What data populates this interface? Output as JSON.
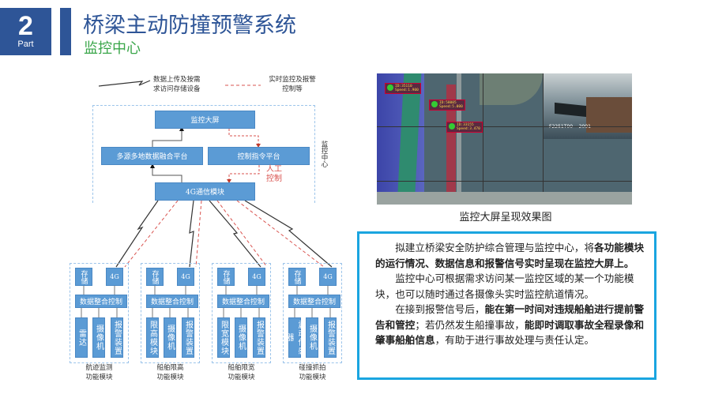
{
  "header": {
    "number": "2",
    "part": "Part",
    "title": "桥梁主动防撞预警系统",
    "subtitle": "监控中心"
  },
  "legend": {
    "lightning": "数据上传及按需求访问存储设备",
    "dashed": "实时监控及报警控制等"
  },
  "center": {
    "label": "监控中心",
    "screen": "监控大屏",
    "fusion": "多源多地数据融合平台",
    "command": "控制指令平台",
    "comm": "4G通信模块",
    "manual": "人工控制"
  },
  "modules": [
    {
      "storage": "存储",
      "g4": "4G",
      "ctrl": "数据整合控制",
      "units": [
        "雷达",
        "摄像机",
        "报警装置"
      ],
      "label1": "航迹监测",
      "label2": "功能模块"
    },
    {
      "storage": "存储",
      "g4": "4G",
      "ctrl": "数据整合控制",
      "units": [
        "限高模块",
        "摄像机",
        "报警装置"
      ],
      "label1": "船舶限高",
      "label2": "功能模块"
    },
    {
      "storage": "存储",
      "g4": "4G",
      "ctrl": "数据整合控制",
      "units": [
        "限宽模块",
        "摄像机",
        "报警装置"
      ],
      "label1": "船舶限宽",
      "label2": "功能模块"
    },
    {
      "storage": "存储",
      "g4": "4G",
      "ctrl": "数据整合控制",
      "units": [
        "震动传感器",
        "摄像机",
        "报警装置"
      ],
      "label1": "碰撞抓拍",
      "label2": "功能模块"
    }
  ],
  "screenshot": {
    "caption": "监控大屏呈现效果图",
    "ships": [
      {
        "id": "ID:35110",
        "speed": "Speed:1.900"
      },
      {
        "id": "ID:58005",
        "speed": "Speed:5.000"
      },
      {
        "id": "ID:33155",
        "speed": "Speed:3.470"
      }
    ],
    "camera_text": "F2251T00    2001"
  },
  "description": {
    "p1a": "拟建立桥梁安全防护综合管理与监控中心，将",
    "p1b": "各功能模块的运行情况、数据信息和报警信号实时呈现在监控大屏上。",
    "p2": "监控中心可根据需求访问某一监控区域的某一个功能模块，也可以随时通过各摄像头实时监控航道情况。",
    "p3a": "在接到报警信号后，",
    "p3b": "能在第一时间对违规船舶进行提前警告和管控",
    "p3c": "；若仍然发生船撞事故，",
    "p3d": "能即时调取事故全程录像和肇事船舶信息",
    "p3e": "，有助于进行事故处理与责任认定。"
  },
  "colors": {
    "brand": "#2e5597",
    "green": "#3aa64a",
    "box": "#5b9bd5",
    "frame": "#1aa5e0",
    "red": "#d9534f"
  }
}
